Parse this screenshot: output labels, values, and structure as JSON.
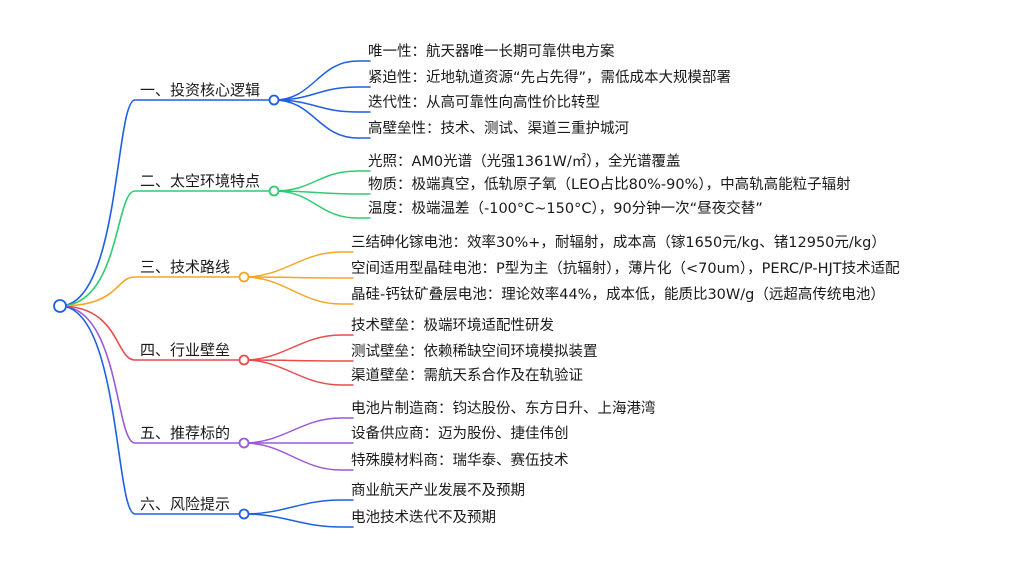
{
  "colors": {
    "branch_1": "#1f5fe0",
    "branch_2": "#2ecc71",
    "branch_3": "#f5a623",
    "branch_4": "#e84c4c",
    "branch_5": "#9b59d6",
    "branch_6": "#1f5fe0",
    "root": "#1f5fe0"
  },
  "branches": [
    {
      "label": "一、投资核心逻辑",
      "items": [
        "唯一性：航天器唯一长期可靠供电方案",
        "紧迫性：近地轨道资源“先占先得”，需低成本大规模部署",
        "迭代性：从高可靠性向高性价比转型",
        "高壁垒性：技术、测试、渠道三重护城河"
      ]
    },
    {
      "label": "二、太空环境特点",
      "items": [
        "光照：AM0光谱（光强1361W/㎡），全光谱覆盖",
        "物质：极端真空，低轨原子氧（LEO占比80%-90%），中高轨高能粒子辐射",
        "温度：极端温差（-100°C~150°C），90分钟一次“昼夜交替”"
      ]
    },
    {
      "label": "三、技术路线",
      "items": [
        "三结砷化镓电池：效率30%+，耐辐射，成本高（镓1650元/kg、锗12950元/kg）",
        "空间适用型晶硅电池：P型为主（抗辐射），薄片化（<70um），PERC/P-HJT技术适配",
        "晶硅-钙钛矿叠层电池：理论效率44%，成本低，能质比30W/g（远超高传统电池）"
      ]
    },
    {
      "label": "四、行业壁垒",
      "items": [
        "技术壁垒：极端环境适配性研发",
        "测试壁垒：依赖稀缺空间环境模拟装置",
        "渠道壁垒：需航天系合作及在轨验证"
      ]
    },
    {
      "label": "五、推荐标的",
      "items": [
        "电池片制造商：钧达股份、东方日升、上海港湾",
        "设备供应商：迈为股份、捷佳伟创",
        "特殊膜材料商：瑞华泰、赛伍技术"
      ]
    },
    {
      "label": "六、风险提示",
      "items": [
        "商业航天产业发展不及预期",
        "电池技术迭代不及预期"
      ]
    }
  ]
}
